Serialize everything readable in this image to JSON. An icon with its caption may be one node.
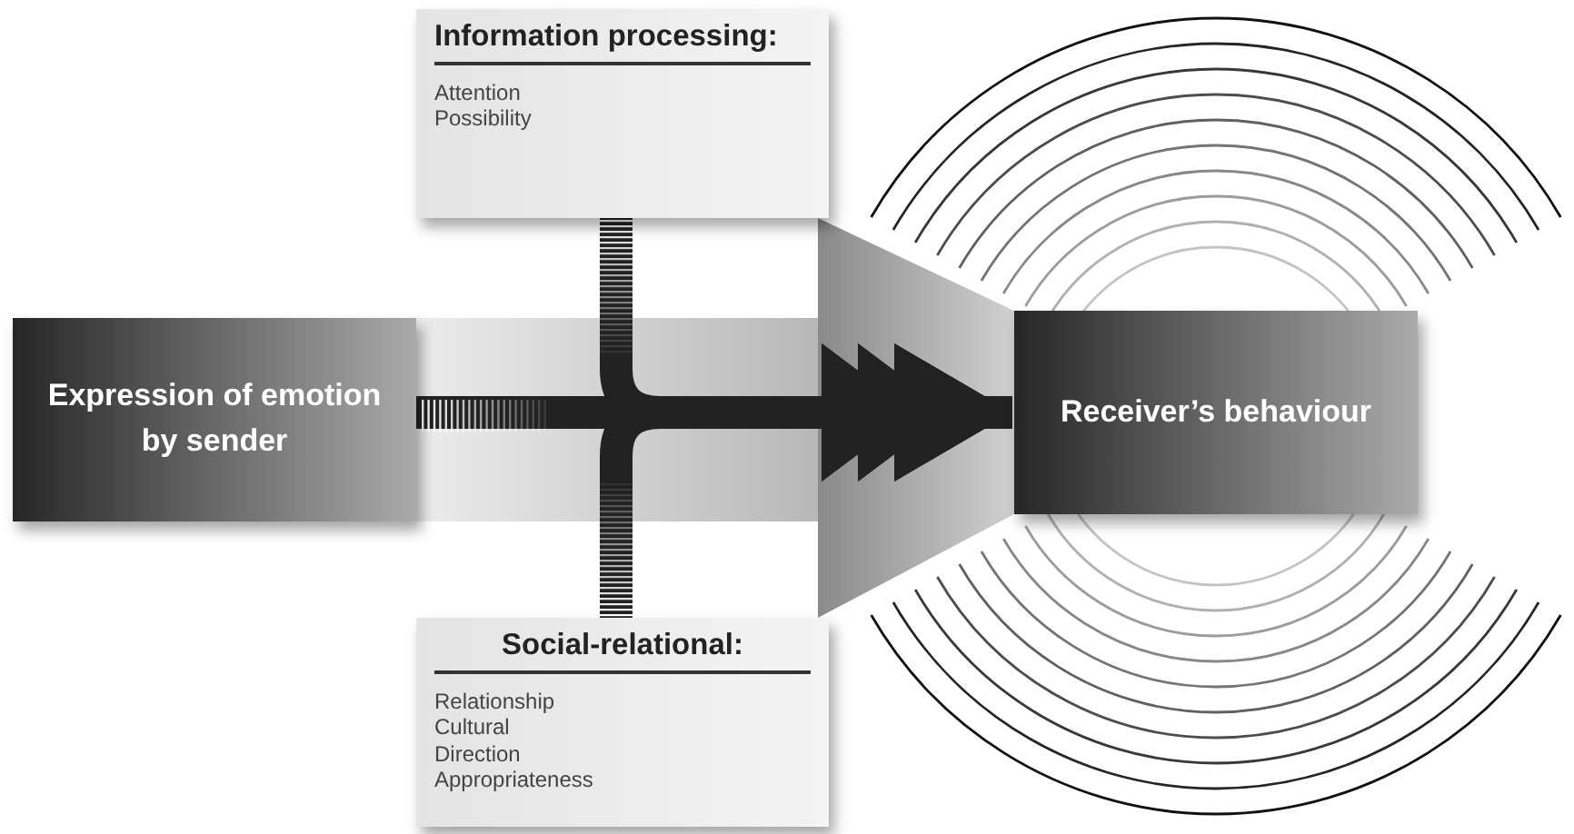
{
  "diagram": {
    "nodes": [
      {
        "text": [
          "Expression of emotion by sender"
        ]
      },
      {
        "text": [
          "Information processing:",
          "Attention",
          "Possibility"
        ]
      },
      {
        "text": [
          "Social-relational:",
          "Relationship",
          "Cultural",
          "Direction",
          "Appropriateness"
        ]
      },
      {
        "text": [
          "Receiver’s behaviour"
        ]
      }
    ],
    "edges": [
      {
        "from": 0,
        "to": 3,
        "arrow": "to"
      },
      {
        "from": 1,
        "to": 3,
        "arrow": "to"
      },
      {
        "from": 2,
        "to": 3,
        "arrow": "to"
      }
    ]
  }
}
